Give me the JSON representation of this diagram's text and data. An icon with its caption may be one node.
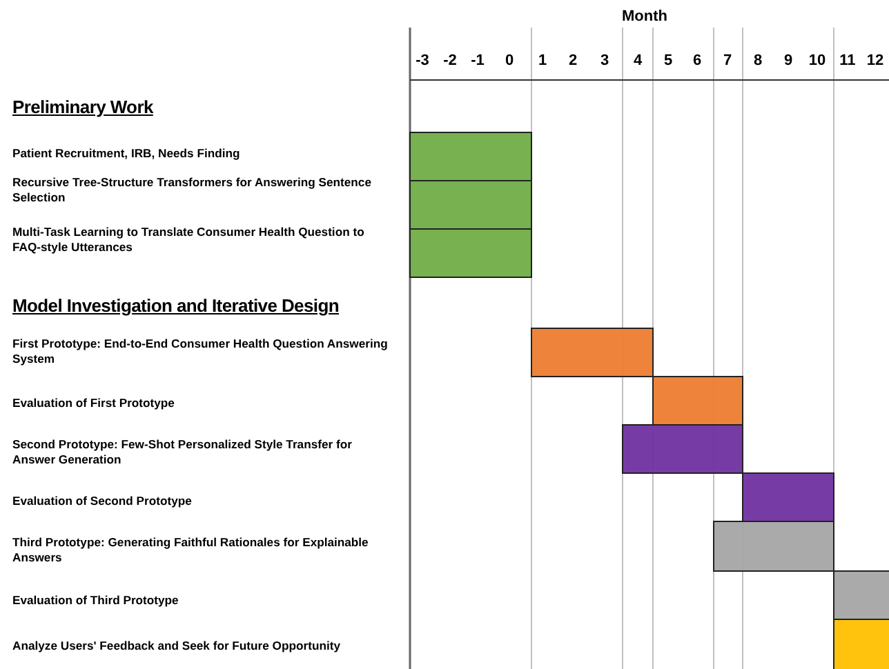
{
  "diagram": {
    "nodes": [
      {
        "text": [],
        "shape": "bar"
      },
      {
        "text": [],
        "shape": "bar"
      },
      {
        "text": [],
        "shape": "bar"
      },
      {
        "text": [],
        "shape": "bar"
      },
      {
        "text": [],
        "shape": "bar"
      },
      {
        "text": [],
        "shape": "bar"
      },
      {
        "text": [],
        "shape": "bar"
      },
      {
        "text": [],
        "shape": "bar"
      },
      {
        "text": [],
        "shape": "bar"
      },
      {
        "text": [],
        "shape": "bar"
      }
    ],
    "labels": [
      "Month",
      "-3",
      "-2",
      "-1",
      "0",
      "1",
      "2",
      "3",
      "4",
      "5",
      "6",
      "7",
      "8",
      "9",
      "10",
      "11",
      "12",
      "Preliminary Work",
      "Patient Recruitment, IRB, Needs Finding",
      "Recursive Tree-Structure Transformers for Answering Sentence Selection",
      "Multi-Task Learning to Translate Consumer Health Question to FAQ-style Utterances",
      "Model Investigation and Iterative Design",
      "First Prototype: End-to-End Consumer Health Question Answering System",
      "Evaluation of First Prototype",
      "Second Prototype: Few-Shot Personalized Style Transfer for Answer Generation",
      "Evaluation of Second Prototype",
      "Third Prototype: Generating Faithful Rationales for Explainable Answers",
      "Evaluation of Third Prototype",
      "Analyze Users' Feedback and Seek for Future Opportunity"
    ]
  }
}
